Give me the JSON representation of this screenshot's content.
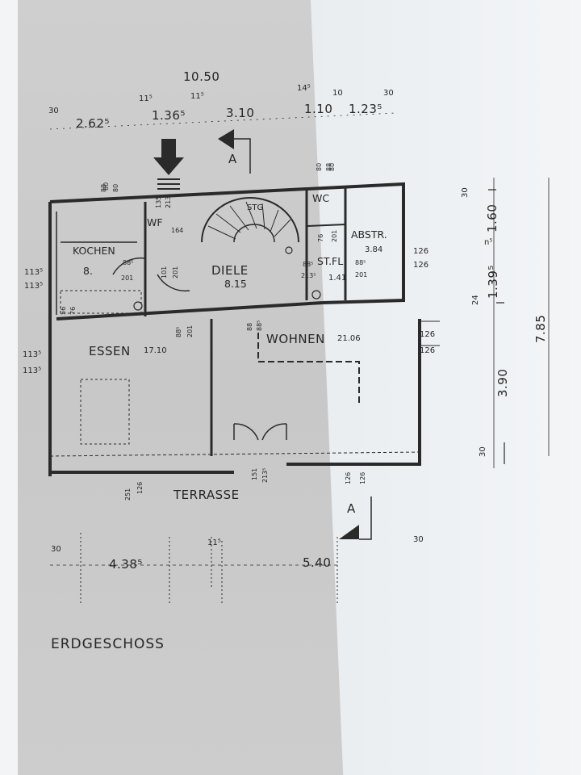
{
  "plan": {
    "title": "ERDGESCHOSS",
    "total_width": "10.50",
    "total_depth": "7.85",
    "top_dims": [
      "2.62⁵",
      "1.36⁵",
      "3.10",
      "1.10",
      "1.23⁵"
    ],
    "bottom_dims": [
      "4.38⁵",
      "5.40"
    ],
    "right_dims": [
      "1.60",
      "1.39⁵",
      "3.90"
    ],
    "small_marks": {
      "m30a": "30",
      "m11a": "11⁵",
      "m11b": "11⁵",
      "m14": "14⁵",
      "m10": "10",
      "m30b": "30",
      "m30c": "30",
      "m24": "24",
      "m30d": "30",
      "m11c": "11⁵",
      "m30e": "30",
      "m30f": "30",
      "n5": "n⁵"
    },
    "left_dims": [
      "113⁵",
      "113⁵",
      "113⁵",
      "113⁵"
    ],
    "section_marker": "A",
    "rooms": {
      "kochen": {
        "name": "KOCHEN",
        "area": "8."
      },
      "wf": {
        "name": "WF"
      },
      "diele": {
        "name": "DIELE",
        "area": "8.15"
      },
      "stg": {
        "name": "STG"
      },
      "wc": {
        "name": "WC"
      },
      "abstr": {
        "name": "ABSTR.",
        "area": "3.84"
      },
      "stfl": {
        "name": "ST.FL",
        "area": "1.41"
      },
      "essen": {
        "name": "ESSEN",
        "area": "17.10"
      },
      "wohnen": {
        "name": "WOHNEN",
        "area": "21.06"
      },
      "terrasse": {
        "name": "TERRASSE"
      }
    },
    "openings": {
      "o1": "88⁵",
      "o2": "201",
      "o3": "201",
      "o4": "101",
      "o5": "88⁵",
      "o6": "213⁵",
      "o7": "88⁵",
      "o8": "201",
      "o9": "126",
      "o10": "126",
      "o11": "126",
      "o12": "126",
      "o13": "251",
      "o14": "126",
      "o15": "151",
      "o16": "213⁵",
      "o17": "126",
      "o18": "126",
      "o19": "88⁵",
      "o20": "201",
      "o21": "88",
      "o22": "88⁵",
      "o23": "76",
      "o24": "201",
      "o25": "80",
      "o26": "88",
      "o27": "80",
      "o28": "88",
      "o29": "56",
      "o30": "76",
      "o31": "164",
      "o32": "135",
      "o33": "213",
      "o34": "80",
      "o35": "80"
    }
  },
  "colors": {
    "line": "#2a2a2a",
    "paper_shadow": "#c9c9c9",
    "paper_light": "#eef1f3"
  }
}
